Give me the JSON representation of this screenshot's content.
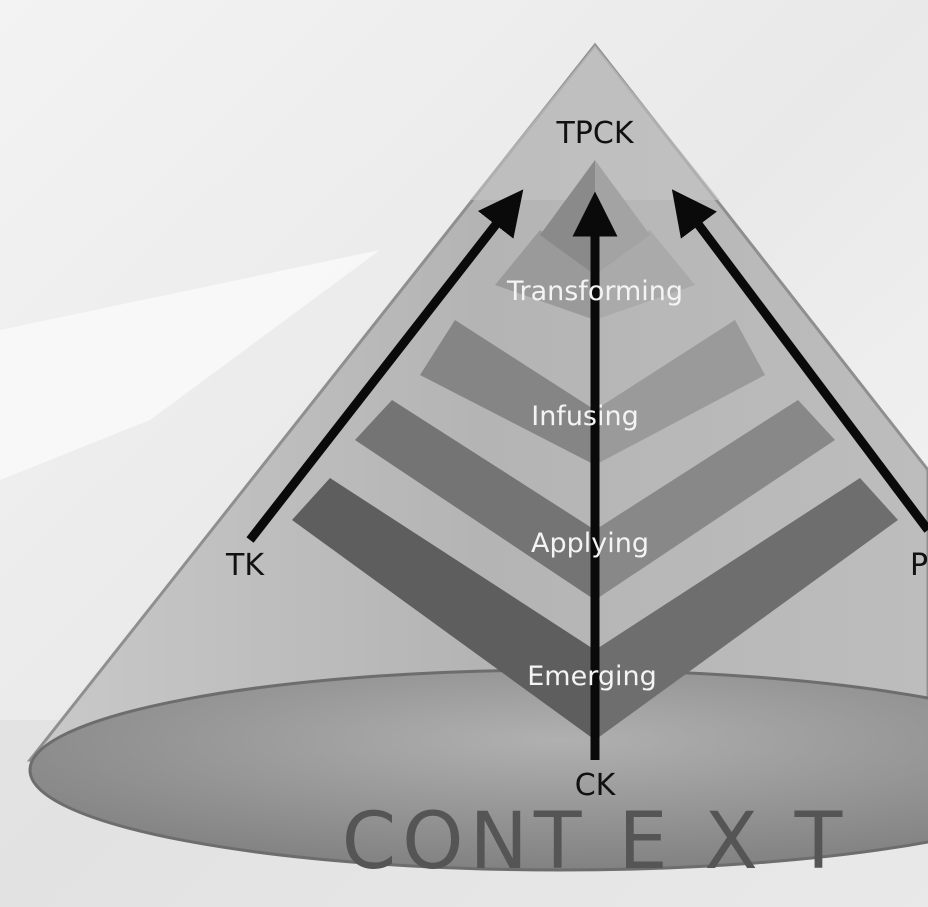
{
  "diagram": {
    "apex_label": "TPCK",
    "left_label": "TK",
    "right_label": "P",
    "bottom_label": "CK",
    "base_label": "CONT E X T",
    "stages": [
      {
        "name": "Transforming"
      },
      {
        "name": "Infusing"
      },
      {
        "name": "Applying"
      },
      {
        "name": "Emerging"
      }
    ]
  },
  "colors": {
    "background": "#ffffff",
    "cone_face": "#b9b9b9",
    "cone_edge": "#8f8f8f",
    "ellipse_fill": "#9c9c9c",
    "chevron_dark": "#5e5e5e",
    "chevron_mid": "#787878",
    "chevron_light": "#9a9a9a",
    "arrow": "#0a0a0a",
    "stage_text": "#f4f4f4"
  }
}
